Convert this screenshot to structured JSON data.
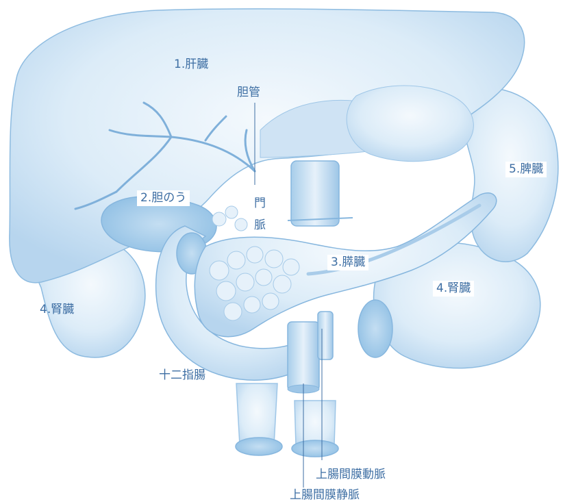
{
  "labels": {
    "liver": "1.肝臓",
    "bile_duct": "胆管",
    "gallbladder": "2.胆のう",
    "portal_vein_1": "門",
    "portal_vein_2": "脈",
    "pancreas": "3.膵臓",
    "kidney_left": "4.腎臓",
    "kidney_right": "4.腎臓",
    "spleen": "5.脾臓",
    "duodenum": "十二指腸",
    "sma": "上腸間膜動脈",
    "smv": "上腸間膜静脈"
  },
  "colors": {
    "organ_fill": "#dcecf8",
    "organ_light": "#eef6fc",
    "organ_shade": "#a9cce9",
    "outline": "#7fb0da",
    "vessel": "#8cbbe2",
    "text": "#3d6ea3"
  }
}
